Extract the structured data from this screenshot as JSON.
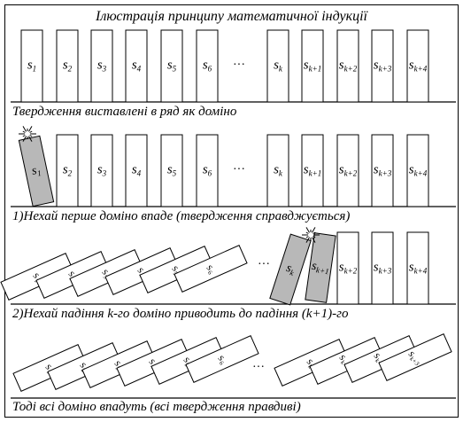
{
  "title": "Ілюстрація принципу математичної індукції",
  "captions": [
    "Твердження виставлені в ряд як доміно",
    "1)Нехай перше доміно впаде (твердження справджується)",
    "2)Нехай падіння k-го доміно приводить до падіння (k+1)-го",
    "Тоді всі доміно впадуть (всі твердження  правдиві)"
  ],
  "ellipsis": "···",
  "labels": {
    "s1": [
      "s",
      "1"
    ],
    "s2": [
      "s",
      "2"
    ],
    "s3": [
      "s",
      "3"
    ],
    "s4": [
      "s",
      "4"
    ],
    "s5": [
      "s",
      "5"
    ],
    "s6": [
      "s",
      "6"
    ],
    "sk": [
      "s",
      "k"
    ],
    "sk1": [
      "s",
      "k+1"
    ],
    "sk2": [
      "s",
      "k+2"
    ],
    "sk3": [
      "s",
      "k+3"
    ],
    "sk4": [
      "s",
      "k+4"
    ]
  },
  "rows": [
    {
      "upright": [
        "s1",
        "s2",
        "s3",
        "s4",
        "s5",
        "s6",
        "sk",
        "sk1",
        "sk2",
        "sk3",
        "sk4"
      ],
      "tilted": []
    },
    {
      "upright": [
        "s2",
        "s3",
        "s4",
        "s5",
        "s6",
        "sk",
        "sk1",
        "sk2",
        "sk3",
        "sk4"
      ],
      "tilted": [
        "s1"
      ],
      "spark": true
    },
    {
      "upright": [
        "sk2",
        "sk3",
        "sk4"
      ],
      "fallen": [
        "s1",
        "s2",
        "s3",
        "s4",
        "s5",
        "s6"
      ],
      "tilted": [
        "sk",
        "sk1"
      ],
      "spark": true
    },
    {
      "fallen": [
        "s1",
        "s2",
        "s3",
        "s4",
        "s5",
        "s6",
        "sk",
        "sk1",
        "sk2",
        "sk3"
      ]
    }
  ],
  "colors": {
    "ink": "#000000",
    "paper": "#ffffff",
    "fallen_fill": "#b8b8b8"
  }
}
